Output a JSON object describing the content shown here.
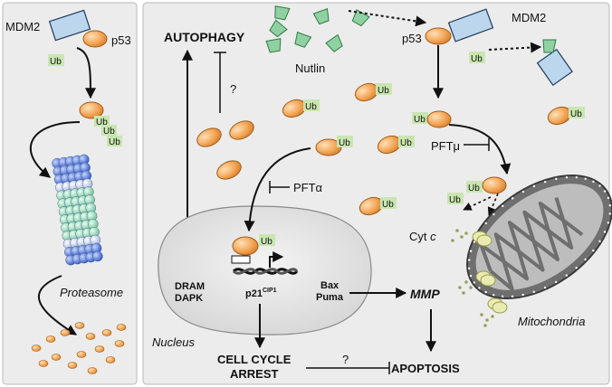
{
  "panels": {
    "background": "#ececec",
    "border": "#b9b9b9"
  },
  "colors": {
    "p53_fill": "#f4a85a",
    "p53_stroke": "#b86a1c",
    "ub_fill": "#c9e6b0",
    "mdm2_fill": "#bcd6ee",
    "nutlin_fill": "#8fd1a1",
    "arrow": "#111111",
    "mito_outer": "#7a7a7a",
    "mito_inner": "#b9b9b9",
    "pore": "#e8ecb0"
  },
  "icons": {
    "p53_protein": "orange-ellipse",
    "ubiquitin_tag": "green-square-label",
    "mdm2_protein": "blue-rectangle",
    "nutlin_molecule": "green-wedge",
    "proteasome": "bead-cylinder",
    "mitochondrion": "cristae-organelle"
  },
  "left_panel": {
    "mdm2": "MDM2",
    "p53": "p53",
    "ub": "Ub",
    "proteasome": "Proteasome"
  },
  "main_panel": {
    "autophagy": "AUTOPHAGY",
    "question_top": "?",
    "nutlin": "Nutlin",
    "p53_right": "p53",
    "mdm2_right": "MDM2",
    "ub": "Ub",
    "pft_mu": "PFTμ",
    "pft_alpha": "PFTα",
    "cyt_c_main": "Cyt",
    "cyt_c_italic": "c",
    "nucleus": "Nucleus",
    "dram": "DRAM",
    "dapk": "DAPK",
    "p21": "p21",
    "p21_sup": "CIP1",
    "bax": "Bax",
    "puma": "Puma",
    "mmp": "MMP",
    "mitochondria": "Mitochondria",
    "cell_cycle_1": "CELL CYCLE",
    "cell_cycle_2": "ARREST",
    "question_bottom": "?",
    "apoptosis": "APOPTOSIS"
  }
}
